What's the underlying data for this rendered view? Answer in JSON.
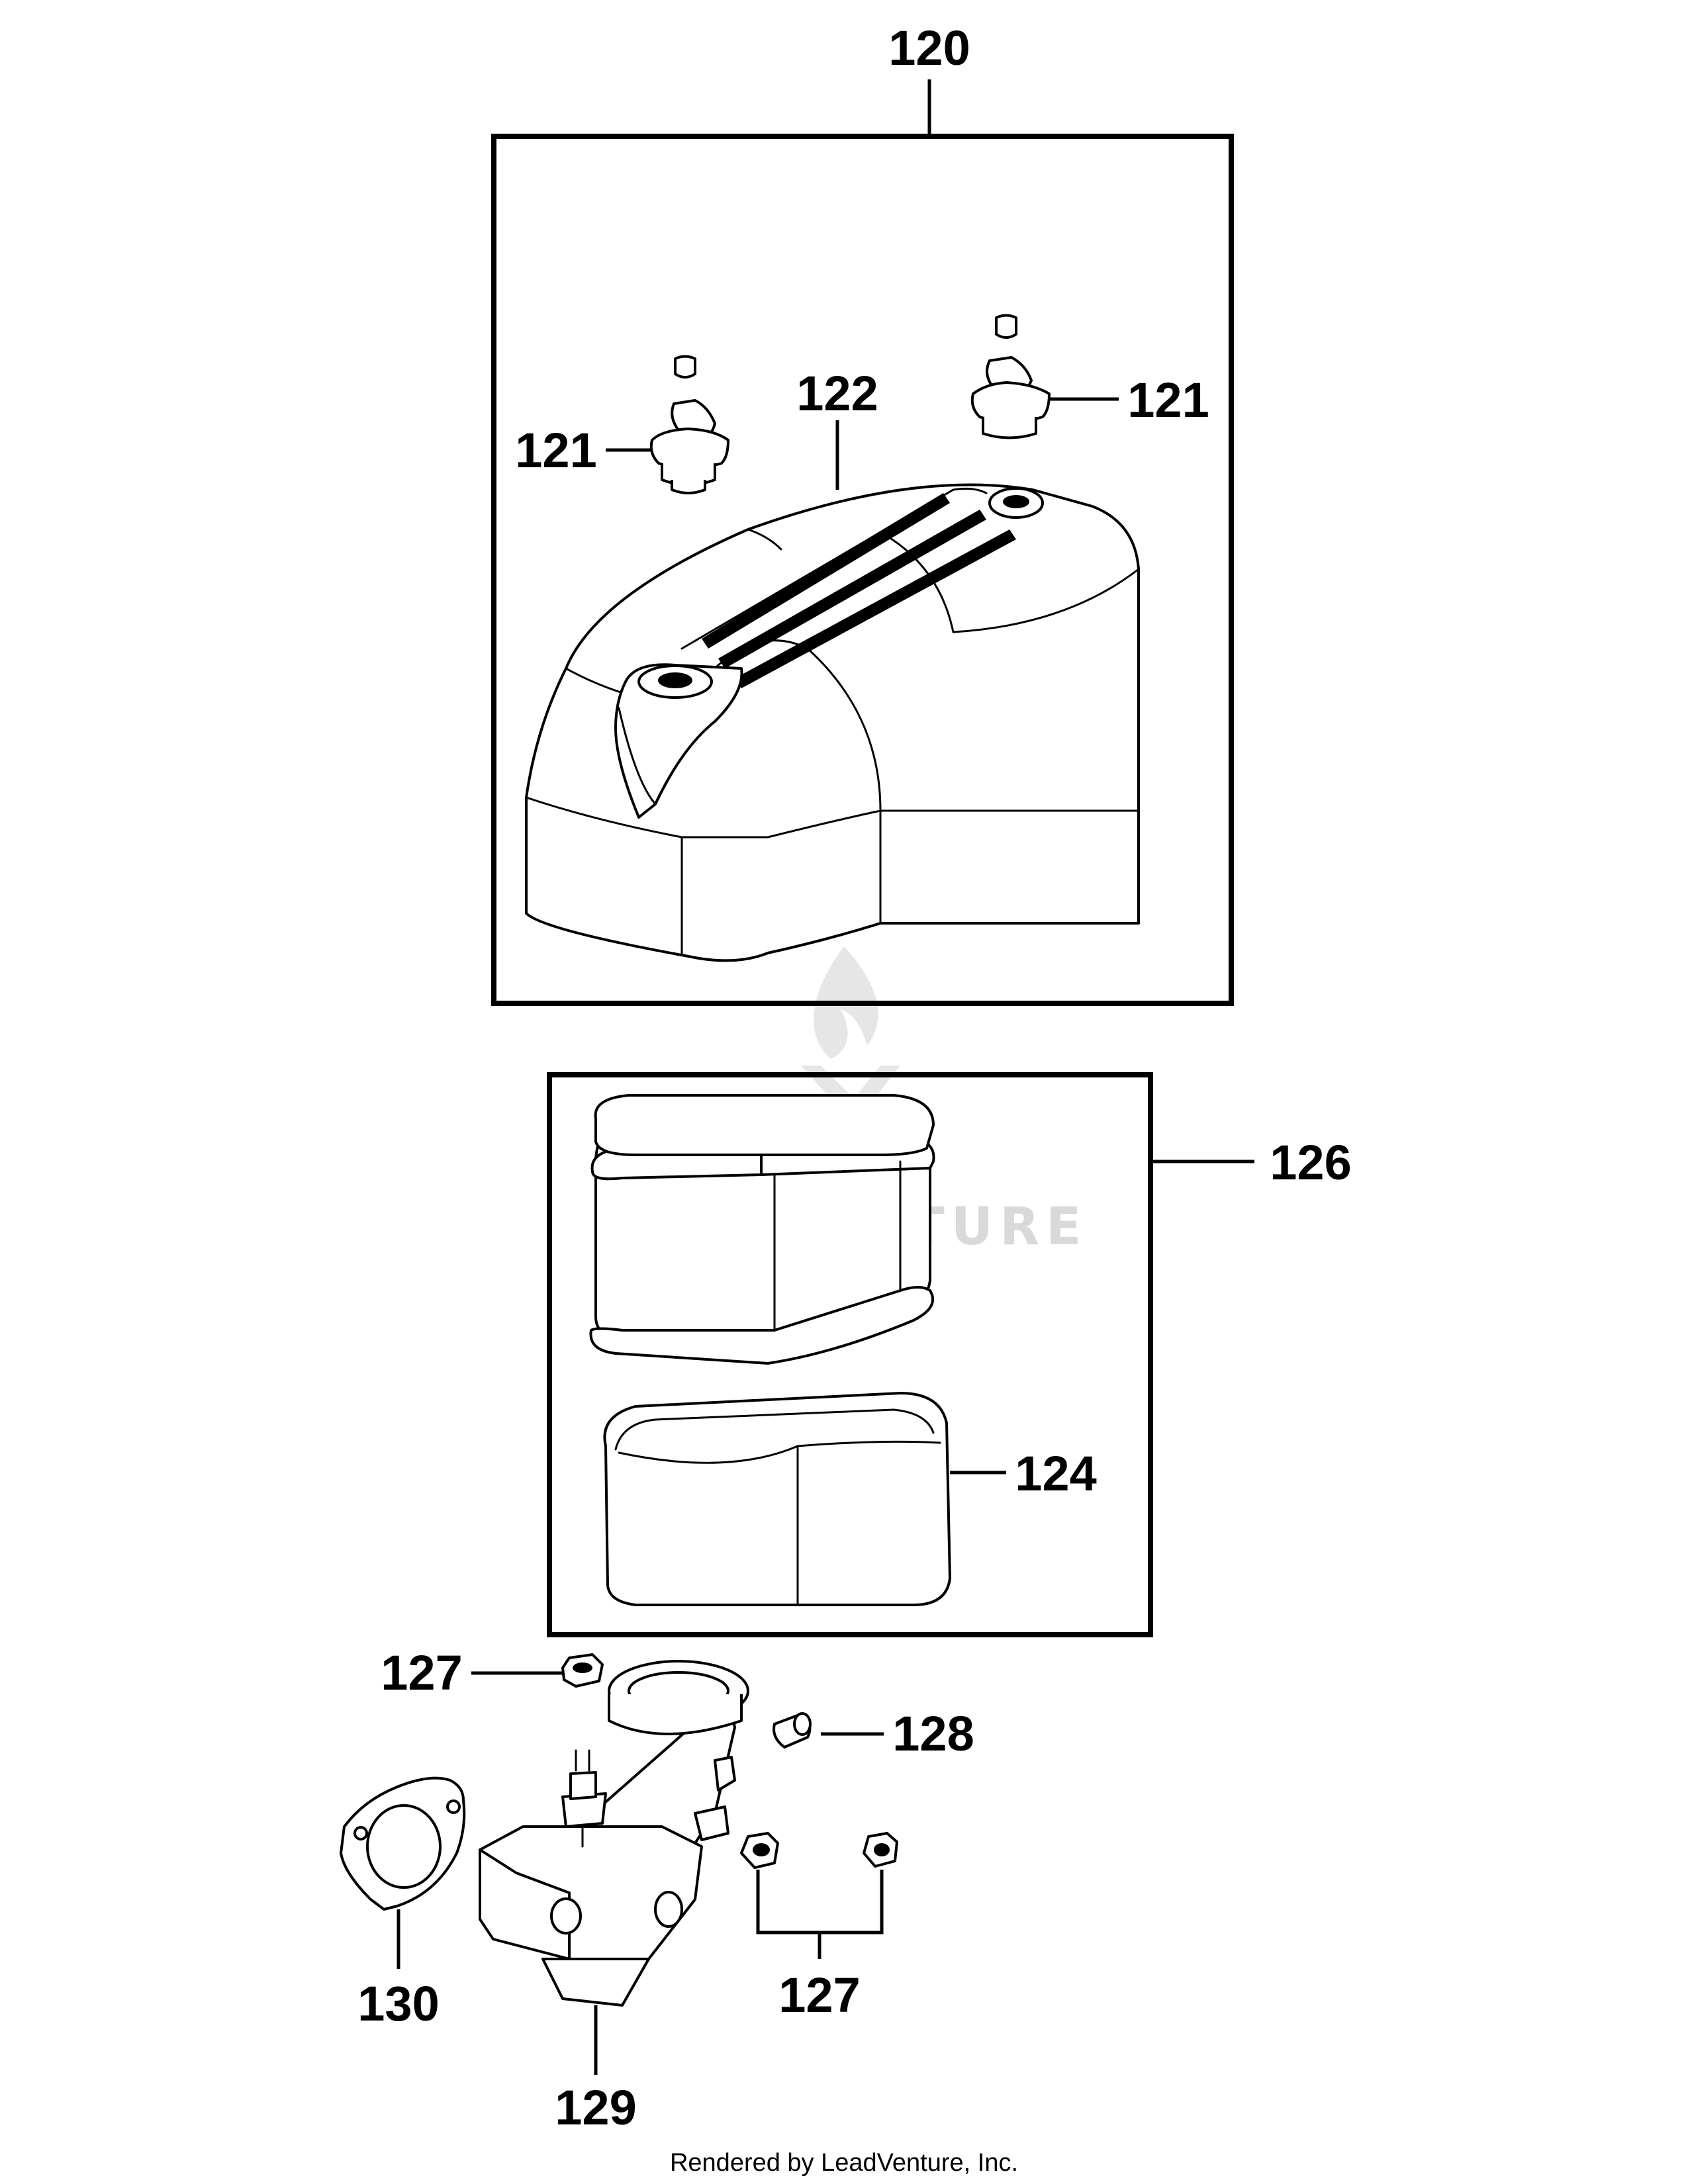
{
  "callouts": {
    "c120": "120",
    "c121_left": "121",
    "c121_right": "121",
    "c122": "122",
    "c126": "126",
    "c124": "124",
    "c127_top": "127",
    "c128": "128",
    "c127_bottom": "127",
    "c130": "130",
    "c129": "129"
  },
  "watermark": "LEADVENTURE",
  "footer": "Rendered by LeadVenture, Inc."
}
